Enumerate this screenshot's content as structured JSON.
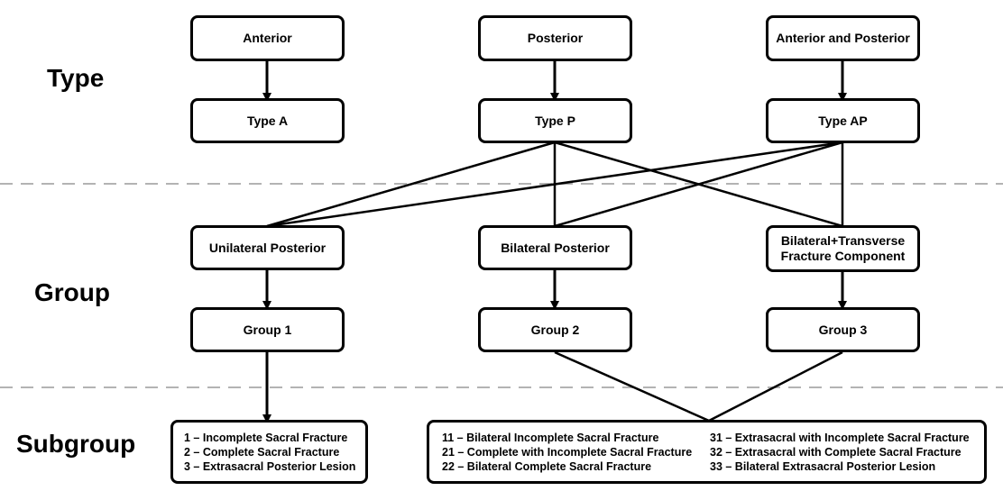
{
  "levels": {
    "type": "Type",
    "group": "Group",
    "subgroup": "Subgroup"
  },
  "top_row": {
    "anterior": "Anterior",
    "posterior": "Posterior",
    "anterior_posterior": "Anterior and Posterior"
  },
  "types": {
    "a": "Type A",
    "p": "Type P",
    "ap": "Type AP"
  },
  "group_desc": {
    "unilateral": "Unilateral Posterior",
    "bilateral": "Bilateral Posterior",
    "transverse_line1": "Bilateral+Transverse",
    "transverse_line2": "Fracture Component"
  },
  "groups": {
    "g1": "Group 1",
    "g2": "Group 2",
    "g3": "Group 3"
  },
  "subgroups_left": [
    "1 – Incomplete Sacral Fracture",
    "2 – Complete Sacral Fracture",
    "3 – Extrasacral Posterior Lesion"
  ],
  "subgroups_mid": [
    "11 – Bilateral Incomplete Sacral Fracture",
    "21 – Complete with Incomplete Sacral Fracture",
    "22 – Bilateral Complete Sacral Fracture"
  ],
  "subgroups_right": [
    "31 – Extrasacral with Incomplete Sacral Fracture",
    "32 – Extrasacral with Complete Sacral Fracture",
    "33 – Bilateral Extrasacral Posterior Lesion"
  ]
}
